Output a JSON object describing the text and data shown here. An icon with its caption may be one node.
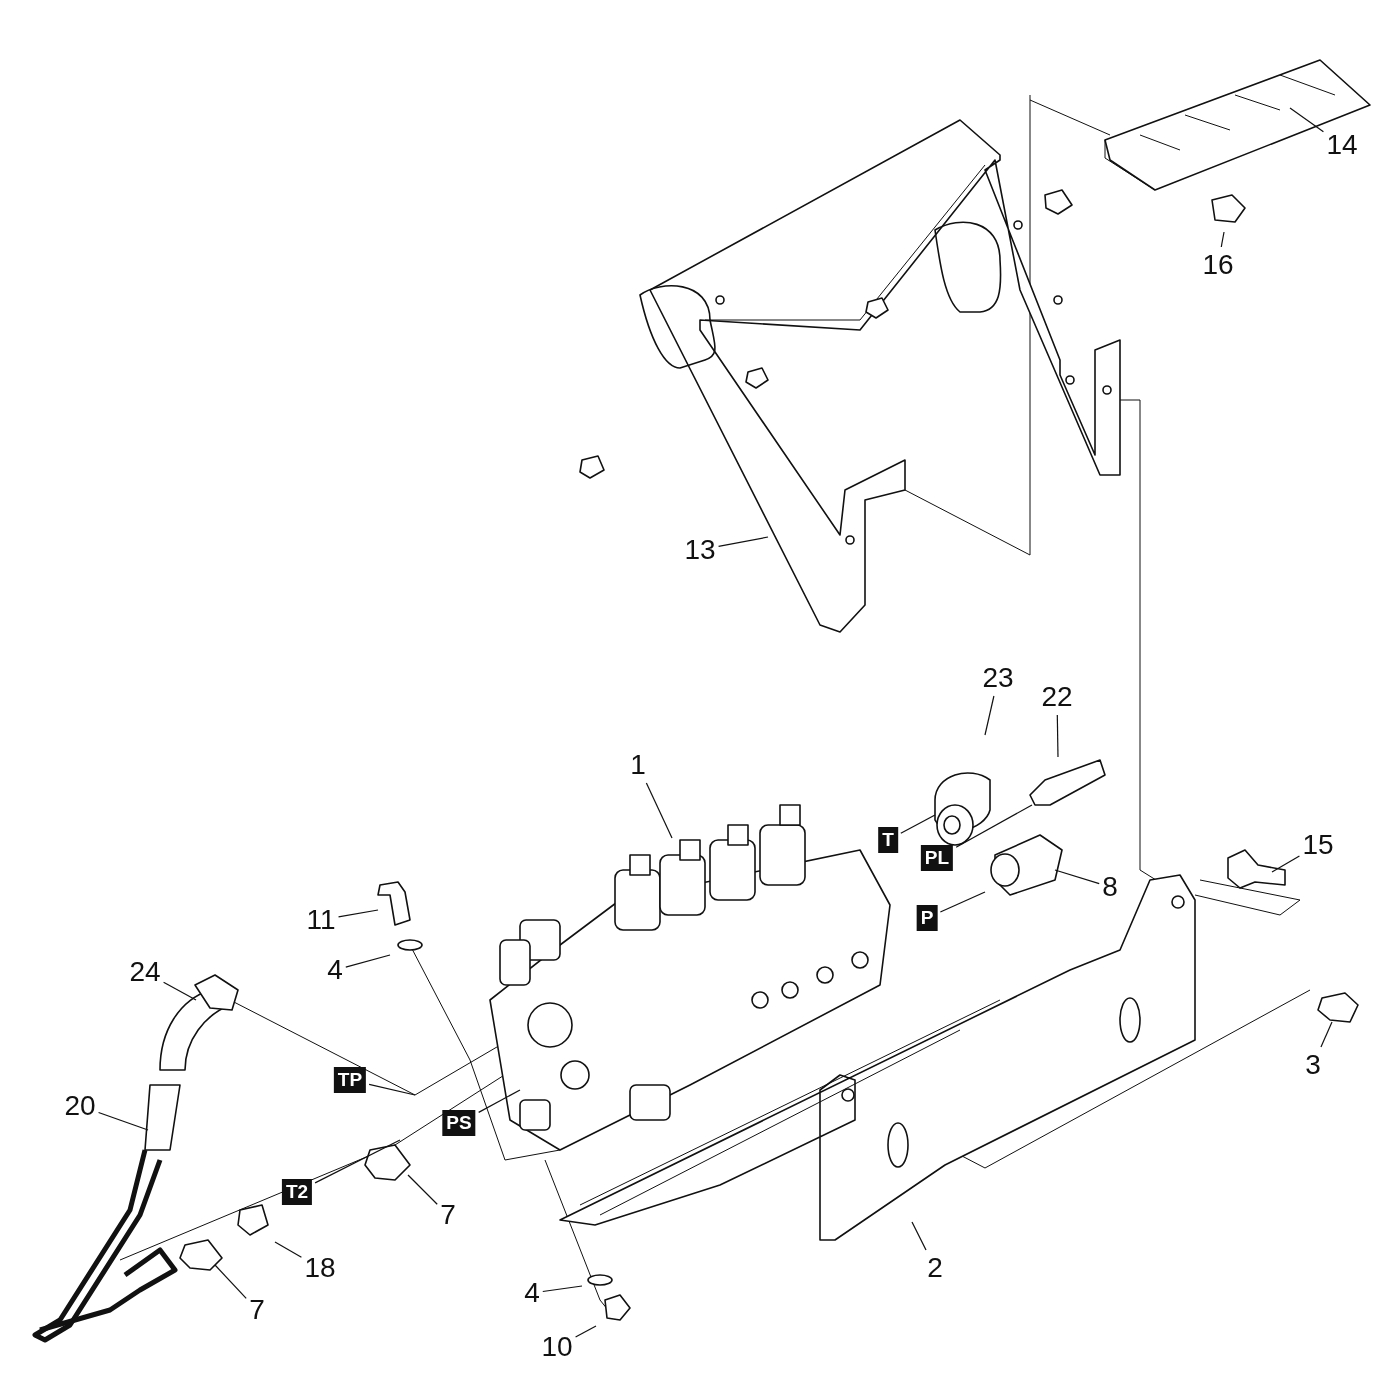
{
  "diagram": {
    "nodes": [
      {
        "text": [
          "14"
        ]
      },
      {
        "text": [
          "16"
        ]
      },
      {
        "text": [
          "13"
        ]
      },
      {
        "text": [
          "23"
        ]
      },
      {
        "text": [
          "22"
        ]
      },
      {
        "text": [
          "1"
        ]
      },
      {
        "text": [
          "15"
        ]
      },
      {
        "text": [
          "T"
        ]
      },
      {
        "text": [
          "PL"
        ]
      },
      {
        "text": [
          "8"
        ]
      },
      {
        "text": [
          "P"
        ]
      },
      {
        "text": [
          "11"
        ]
      },
      {
        "text": [
          "4"
        ]
      },
      {
        "text": [
          "24"
        ]
      },
      {
        "text": [
          "3"
        ]
      },
      {
        "text": [
          "TP"
        ]
      },
      {
        "text": [
          "20"
        ]
      },
      {
        "text": [
          "PS"
        ]
      },
      {
        "text": [
          "T2"
        ]
      },
      {
        "text": [
          "7"
        ]
      },
      {
        "text": [
          "18"
        ]
      },
      {
        "text": [
          "2"
        ]
      },
      {
        "text": [
          "4"
        ]
      },
      {
        "text": [
          "7"
        ]
      },
      {
        "text": [
          "10"
        ]
      }
    ],
    "edges": [
      {
        "from": 0,
        "to": null,
        "arrow": "none"
      },
      {
        "from": 1,
        "to": null,
        "arrow": "none"
      },
      {
        "from": 2,
        "to": null,
        "arrow": "none"
      },
      {
        "from": 3,
        "to": null,
        "arrow": "none"
      },
      {
        "from": 4,
        "to": null,
        "arrow": "none"
      },
      {
        "from": 5,
        "to": null,
        "arrow": "none"
      },
      {
        "from": 6,
        "to": null,
        "arrow": "none"
      },
      {
        "from": 7,
        "to": null,
        "arrow": "none"
      },
      {
        "from": 8,
        "to": null,
        "arrow": "none"
      },
      {
        "from": 9,
        "to": null,
        "arrow": "none"
      },
      {
        "from": 10,
        "to": null,
        "arrow": "none"
      },
      {
        "from": 11,
        "to": null,
        "arrow": "none"
      },
      {
        "from": 12,
        "to": null,
        "arrow": "none"
      },
      {
        "from": 13,
        "to": null,
        "arrow": "none"
      },
      {
        "from": 14,
        "to": null,
        "arrow": "none"
      },
      {
        "from": 15,
        "to": null,
        "arrow": "none"
      },
      {
        "from": 16,
        "to": null,
        "arrow": "none"
      },
      {
        "from": 17,
        "to": null,
        "arrow": "none"
      },
      {
        "from": 18,
        "to": null,
        "arrow": "none"
      },
      {
        "from": 19,
        "to": null,
        "arrow": "none"
      },
      {
        "from": 20,
        "to": null,
        "arrow": "none"
      },
      {
        "from": 21,
        "to": null,
        "arrow": "none"
      },
      {
        "from": 22,
        "to": null,
        "arrow": "none"
      },
      {
        "from": 23,
        "to": null,
        "arrow": "none"
      },
      {
        "from": 24,
        "to": null,
        "arrow": "none"
      }
    ]
  }
}
